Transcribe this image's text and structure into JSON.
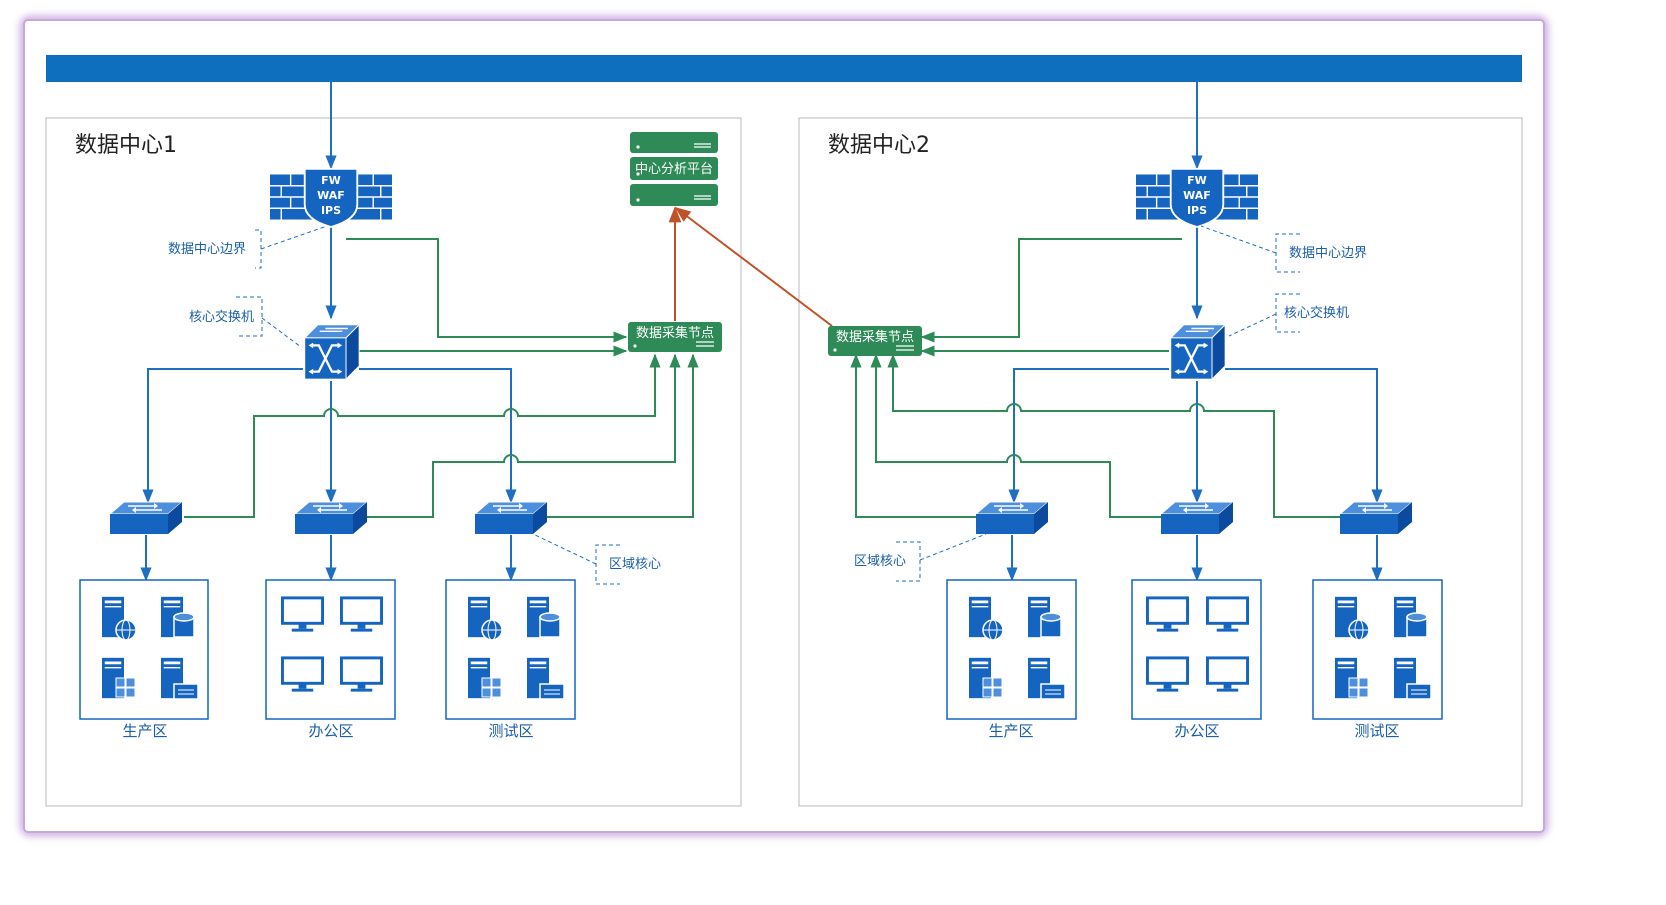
{
  "colors": {
    "frame_border": "#c8a8dc",
    "wan_bar": "#0d6fbd",
    "device_blue": "#1565c0",
    "blue_line": "#1e6fc2",
    "green_line": "#2e8b57",
    "green_node": "#2e8b57",
    "orange_line": "#c0522a",
    "callout_text": "#1a5fa8"
  },
  "data_centers": [
    {
      "title": "数据中心1",
      "firewall_labels": [
        "FW",
        "WAF",
        "IPS"
      ],
      "boundary_label": "数据中心边界",
      "core_switch_label": "核心交换机",
      "collector_label": "数据采集节点",
      "region_core_label": "区域核心",
      "zones": [
        {
          "name": "生产区",
          "kind": "servers"
        },
        {
          "name": "办公区",
          "kind": "monitors"
        },
        {
          "name": "测试区",
          "kind": "servers"
        }
      ]
    },
    {
      "title": "数据中心2",
      "firewall_labels": [
        "FW",
        "WAF",
        "IPS"
      ],
      "boundary_label": "数据中心边界",
      "core_switch_label": "核心交换机",
      "collector_label": "数据采集节点",
      "region_core_label": "区域核心",
      "zones": [
        {
          "name": "生产区",
          "kind": "servers"
        },
        {
          "name": "办公区",
          "kind": "monitors"
        },
        {
          "name": "测试区",
          "kind": "servers"
        }
      ]
    }
  ],
  "analysis_platform": {
    "label": "中心分析平台"
  },
  "icons": [
    "firewall-icon",
    "core-switch-icon",
    "access-switch-icon",
    "web-server-icon",
    "database-server-icon",
    "windows-server-icon",
    "app-server-icon",
    "monitor-icon"
  ]
}
